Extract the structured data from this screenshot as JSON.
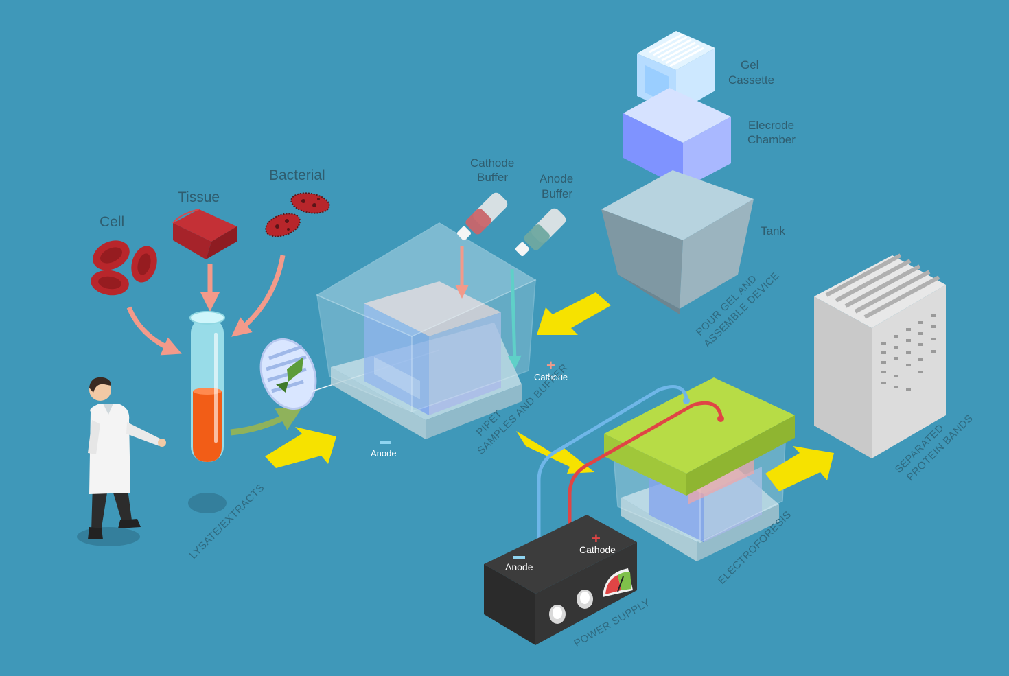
{
  "colors": {
    "background": "#3f98b9",
    "arrow_yellow": "#f6e200",
    "arrow_pink": "#f39a8a",
    "blood_red": "#b8262b",
    "sample_orange": "#f25d17",
    "lid_green": "#b7dc46",
    "wire_blue": "#6fb6e8",
    "wire_red": "#e04545"
  },
  "samples": {
    "cell": "Cell",
    "tissue": "Tissue",
    "bacterial": "Bacterial"
  },
  "buffers": {
    "cathode": [
      "Cathode",
      "Buffer"
    ],
    "anode": [
      "Anode",
      "Buffer"
    ]
  },
  "device_parts": {
    "gel_cassette": [
      "Gel",
      "Cassette"
    ],
    "electrode_chamber": [
      "Elecrode",
      "Chamber"
    ],
    "tank": "Tank"
  },
  "poles": {
    "plus": "+",
    "minus": "−",
    "cathode": "Cathode",
    "anode": "Anode"
  },
  "steps": {
    "lysate": "LYSATE/EXTRACTS",
    "pipet": [
      "PIPET",
      "SAMPLES AND BUFFER"
    ],
    "pour": [
      "POUR GEL AND",
      "ASSEMBLE DEVICE"
    ],
    "electro": "ELECTROFORESIS",
    "separated": [
      "SEPARATED",
      "PROTEIN BANDS"
    ],
    "power": "POWER SUPPLY"
  },
  "icons": [
    "scientist-figure",
    "test-tube-icon",
    "magnifier-lens-icon",
    "buffer-bottle-icon",
    "power-knob-icon",
    "voltage-meter-icon"
  ]
}
